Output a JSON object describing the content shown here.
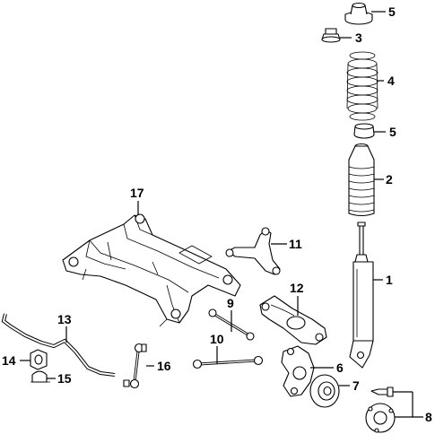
{
  "callouts": [
    {
      "id": "1",
      "text": "1"
    },
    {
      "id": "2",
      "text": "2"
    },
    {
      "id": "3",
      "text": "3"
    },
    {
      "id": "4",
      "text": "4"
    },
    {
      "id": "5a",
      "text": "5"
    },
    {
      "id": "5b",
      "text": "5"
    },
    {
      "id": "6",
      "text": "6"
    },
    {
      "id": "7",
      "text": "7"
    },
    {
      "id": "8",
      "text": "8"
    },
    {
      "id": "9",
      "text": "9"
    },
    {
      "id": "10",
      "text": "10"
    },
    {
      "id": "11",
      "text": "11"
    },
    {
      "id": "12",
      "text": "12"
    },
    {
      "id": "13",
      "text": "13"
    },
    {
      "id": "14",
      "text": "14"
    },
    {
      "id": "15",
      "text": "15"
    },
    {
      "id": "16",
      "text": "16"
    },
    {
      "id": "17",
      "text": "17"
    }
  ]
}
